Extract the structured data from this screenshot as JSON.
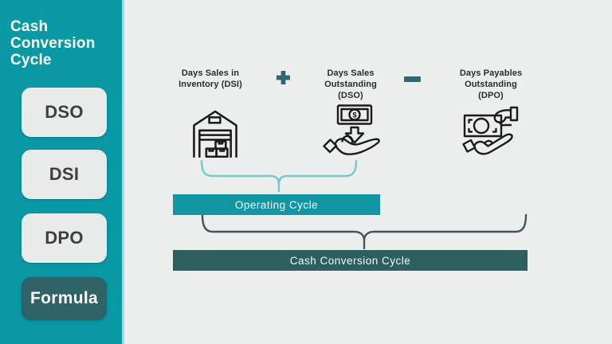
{
  "sidebar": {
    "title": "Cash Conversion Cycle",
    "title_lines": [
      "Cash",
      "Conversion",
      "Cycle"
    ],
    "buttons": [
      {
        "label": "DSO",
        "active": false
      },
      {
        "label": "DSI",
        "active": false
      },
      {
        "label": "DPO",
        "active": false
      },
      {
        "label": "Formula",
        "active": true
      }
    ]
  },
  "diagram": {
    "terms": [
      {
        "abbr": "DSI",
        "icon": "warehouse-icon",
        "lines": {
          "l1": "Days Sales in",
          "l2": "Inventory (DSI)",
          "l3": ""
        }
      },
      {
        "abbr": "DSO",
        "icon": "cash-into-hand-icon",
        "lines": {
          "l1": "Days Sales",
          "l2": "Outstanding",
          "l3": "(DSO)"
        }
      },
      {
        "abbr": "DPO",
        "icon": "hand-giving-cash-icon",
        "lines": {
          "l1": "Days Payables",
          "l2": "Outstanding",
          "l3": "(DPO)"
        }
      }
    ],
    "operators": {
      "plus": "+",
      "minus": "−"
    },
    "dollar_symbol": "$",
    "bars": [
      {
        "label": "Operating Cycle",
        "color": "#1196A3"
      },
      {
        "label": "Cash Conversion Cycle",
        "color": "#2E5F5F"
      }
    ]
  },
  "colors": {
    "sidebar_bg": "#0999A4",
    "sidebar_edge": "#9ED9DC",
    "canvas_bg": "#ECEDED",
    "button_bg": "#E9EAEA",
    "button_text": "#3F3F3F",
    "formula_button_bg": "#2F6367",
    "formula_button_text": "#FFFFFF",
    "operator": "#2B6B6F",
    "top_brace": "#74CACD",
    "bottom_brace": "#3E565C",
    "icon_stroke": "#1B1B1B",
    "label_text": "#2B2B2B"
  }
}
